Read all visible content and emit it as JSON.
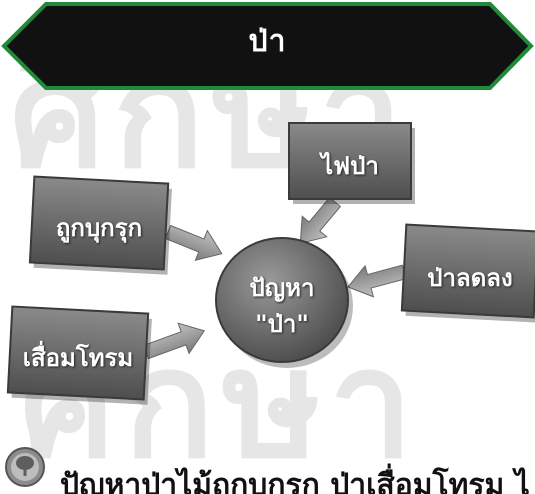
{
  "header": {
    "title": "ป่า"
  },
  "diagram": {
    "center": {
      "line1": "ปัญหา",
      "line2": "\"ป่า\""
    },
    "nodes": {
      "encroach": "ถูกบุกรุก",
      "fire": "ไฟป่า",
      "decrease": "ป่าลดลง",
      "degrade": "เสื่อมโทรม"
    }
  },
  "watermark": {
    "line1": "ศึกษา",
    "line2": "ศึกษา"
  },
  "footer": {
    "text": "ปัญหาป่าไม้ถูกบุกรุก ป่าเสื่อมโทรม ไฟป่า"
  },
  "colors": {
    "banner_fill": "#111111",
    "banner_border": "#1f8a3a",
    "box_fill": "#6e6e6e",
    "arrow_fill": "#9a9a9a"
  }
}
